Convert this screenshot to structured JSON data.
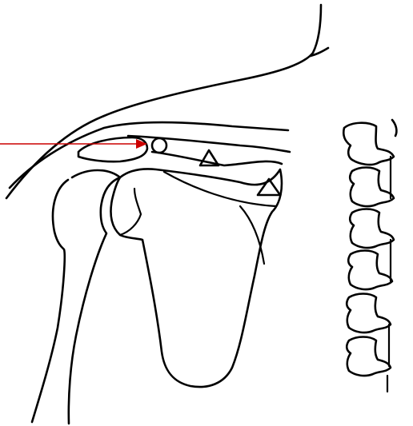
{
  "figure": {
    "subject": "shoulder-anatomy-line-drawing",
    "colors": {
      "ink": "#000000",
      "background": "#ffffff",
      "pointer_arrow": "#cc0000"
    },
    "markers": [
      {
        "kind": "circle",
        "name": "joint-marker"
      },
      {
        "kind": "triangle",
        "name": "upper-triangle-marker"
      },
      {
        "kind": "triangle",
        "name": "lower-triangle-marker"
      }
    ],
    "pointer": {
      "kind": "arrow",
      "color": "#cc0000",
      "target": "joint-marker"
    }
  }
}
